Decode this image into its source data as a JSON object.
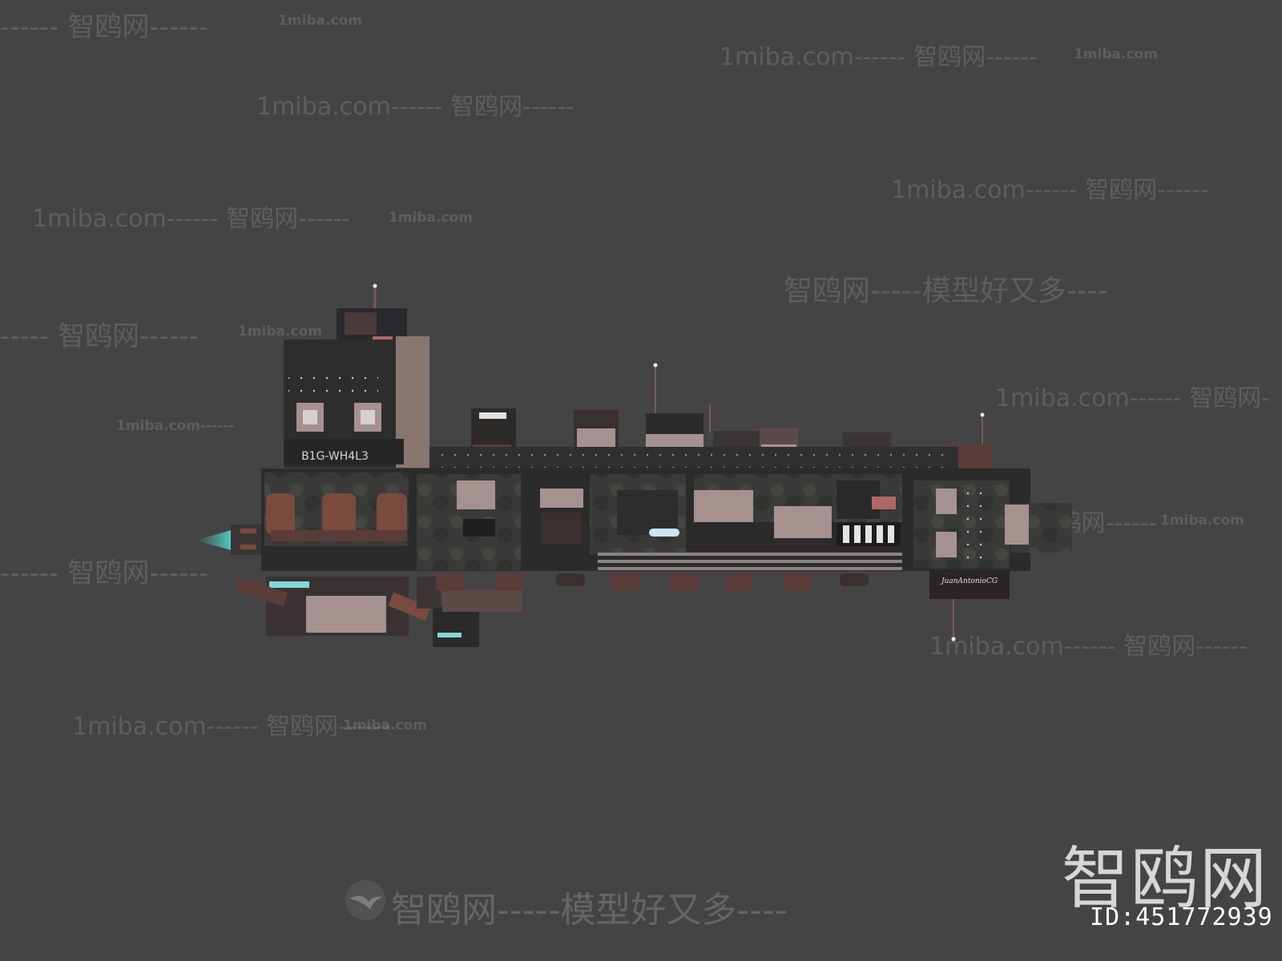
{
  "watermarks": {
    "site": "1miba.com",
    "brand": "智鸥网",
    "slogan": "智鸥网-----模型好又多----",
    "row_1": "------ 智鸥网------",
    "row_2": "1miba.com------ 智鸥网------",
    "row_3": "1miba.com------ 智鸥网------",
    "row_4": "1miba.com------ 智鸥网------",
    "row_5": "1miba.com------ 智鸥网------",
    "row_6": "----- 智鸥网------",
    "row_7": "1miba.com------",
    "row_8": "1miba.com------ 智鸥网-",
    "row_9": "------ 智鸥网------",
    "row_10": "1miba.com------ 智鸥网------",
    "row_11": "1miba.com------ 智鸥网------",
    "row_12": "------ 智鸥网------"
  },
  "model": {
    "hull_label": "B1G-WH4L3",
    "signature": "JuanAntonioCG"
  },
  "footer": {
    "brand_logo": "智鸥网",
    "id_label": "ID:451772939",
    "slogan": "智鸥网-----模型好又多----"
  },
  "colors": {
    "background": "#444444",
    "hull_dark": "#2f2f2f",
    "panel_pink": "#a69191",
    "engine_glow": "#3fd6d0",
    "copper": "#7a4a3e"
  }
}
